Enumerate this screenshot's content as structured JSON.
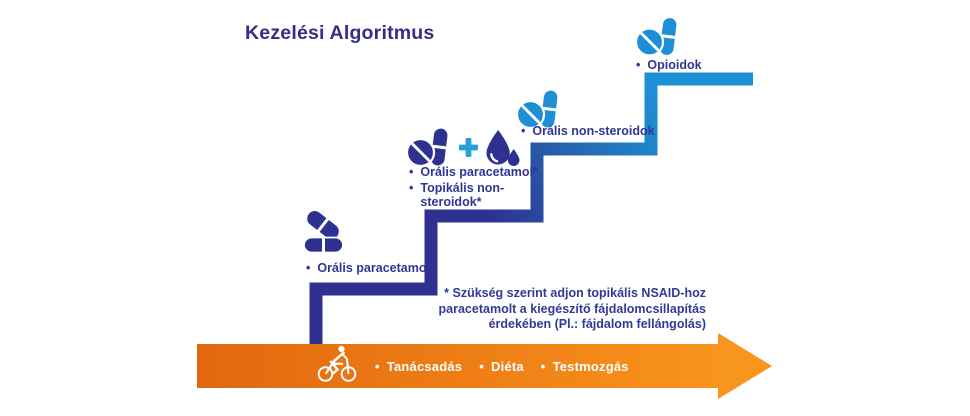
{
  "title": "Kezelési Algoritmus",
  "bullet": "•",
  "colors": {
    "navy": "#2e3190",
    "blue": "#1f8fd5",
    "plus_blue": "#299fd8",
    "orange_left": "#e1680f",
    "orange_right": "#f8941d",
    "label_navy": "#313694",
    "white": "#ffffff"
  },
  "steps": [
    {
      "icons": [
        "two-capsules-icon"
      ],
      "labels": [
        "Orális paracetamol"
      ]
    },
    {
      "icons": [
        "tablet-capsule-icon",
        "plus-icon",
        "drops-icon"
      ],
      "labels": [
        "Orális paracetamol*",
        "Topikális non-steroidok*"
      ]
    },
    {
      "icons": [
        "tablet-capsule-icon"
      ],
      "labels": [
        "Orális non-steroidok"
      ]
    },
    {
      "icons": [
        "tablet-capsule-icon"
      ],
      "labels": [
        "Opioidok"
      ]
    }
  ],
  "footnote": {
    "lines": [
      "* Szükség szerint adjon topikális NSAID-hoz",
      "paracetamolt a kiegészítő fájdalomcsillapítás",
      "érdekében (Pl.: fájdalom fellángolás)"
    ]
  },
  "baseline_arrow": {
    "icon": "cyclist-icon",
    "items": [
      "Tanácsadás",
      "Diéta",
      "Testmozgás"
    ]
  }
}
